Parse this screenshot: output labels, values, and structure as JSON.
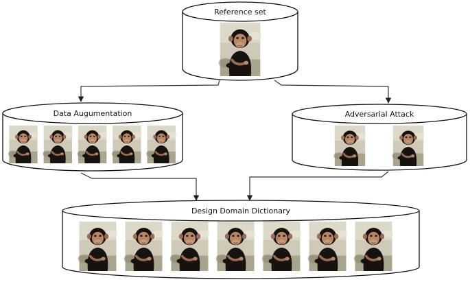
{
  "diagram": {
    "nodes": {
      "reference": {
        "label": "Reference set",
        "image_count": 1
      },
      "augmentation": {
        "label": "Data Augumentation",
        "image_count": 5
      },
      "adversarial": {
        "label": "Adversarial Attack",
        "image_count": 2
      },
      "dictionary": {
        "label": "Design Domain Dictionary",
        "image_count": 7
      }
    },
    "edges": [
      {
        "from": "reference",
        "to": "augmentation"
      },
      {
        "from": "reference",
        "to": "adversarial"
      },
      {
        "from": "augmentation",
        "to": "dictionary"
      },
      {
        "from": "adversarial",
        "to": "dictionary"
      }
    ],
    "image_subject": "chimpanzee-photo",
    "colors": {
      "stroke": "#111111",
      "arrow": "#333333",
      "fill": "#ffffff",
      "fur": "#15120f",
      "face": "#b88766",
      "background_photo": "#cfcab8"
    }
  }
}
